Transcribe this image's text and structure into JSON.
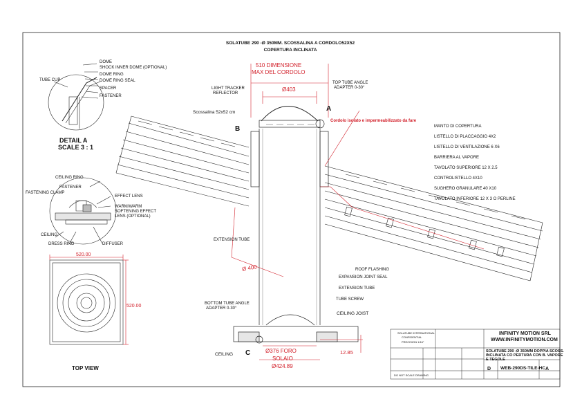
{
  "title": {
    "line1": "SOLATUBE 290 -Ø 350MM. SCOSSALINA A CORDOLO52X52",
    "line2": "COPERTURA INCLINATA"
  },
  "detail_a": {
    "title": "DETAIL A",
    "scale": "SCALE 3 : 1",
    "labels": {
      "dome": "DOME",
      "shock_inner_dome": "SHOCK INNER DOME (OPTIONAL)",
      "dome_ring": "DOME RING",
      "dome_ring_seal": "DOME RING SEAL",
      "spacer": "SPACER",
      "fastener": "FASTENER",
      "tube_cup": "TUBE CUP"
    }
  },
  "ceiling_detail": {
    "labels": {
      "ceiling_ring": "CEILING RING",
      "fastener": "FASTENER",
      "fastening_clamp": "FASTENING CLAMP",
      "effect_lens": "EFFECT LENS",
      "warm_lens_1": "WARM/WARM",
      "warm_lens_2": "SOFTENING EFFECT",
      "warm_lens_3": "LENS (OPTIONAL)",
      "ceiling": "CEILING",
      "dress_ring": "DRESS RING",
      "diffuser": "DIFFUSER"
    }
  },
  "top_view": {
    "title": "TOP VIEW",
    "width_dim": "520.00",
    "height_dim": "520.00"
  },
  "main": {
    "dim_510_line1": "510 DIMENSIONE",
    "dim_510_line2": "MAX DEL CORDOLO",
    "dim_403": "Ø403",
    "dim_400": "Ø 400",
    "light_tracker_1": "LIGHT TRACKER",
    "light_tracker_2": "REFLECTOR",
    "top_tube_angle_1": "TOP TUBE ANGLE",
    "top_tube_angle_2": "ADAPTER 0-30°",
    "scossalina": "Scossalina 52x52 cm",
    "cordolo_note": "Cordolo isolato e impermeabilizzato da fare",
    "marker_a": "A",
    "marker_b": "B",
    "marker_c": "C",
    "extension_tube": "EXTENSION TUBE",
    "roof_layers": [
      "MANTO DI COPERTURA",
      "LISTELLO DI PLACCAGGIO 4X2",
      "LISTELLO DI VENTILAZIONE 6 X6",
      "BARRIERA AL VAPORE",
      "TAVOLATO SUPERIORE 12 X 2.5",
      "CONTROLISTELLO 4X10",
      "SUGHERO GRANULARE 40 X10",
      "TAVOLATO INFERIORE 12 X 3 O PERLINE"
    ],
    "roof_flashing": "ROOF FLASHING",
    "expansion_joint_seal": "EXPANSION JOINT SEAL",
    "extension_tube_2": "EXTENSION TUBE",
    "tube_screw": "TUBE SCREW",
    "bottom_tube_angle_1": "BOTTOM TUBE ANGLE",
    "bottom_tube_angle_2": "ADAPTER 0-30°",
    "ceiling_joist": "CEILING JOIST",
    "ceiling": "CEILING",
    "dim_376_1": "Ø376 FORO",
    "dim_376_2": "SOLAIO",
    "dim_424": "Ø424.89",
    "dim_1285": "12.85"
  },
  "title_block": {
    "company": "INFINITY MOTION SRL",
    "website": "WWW.INFINITYMOTION.COM",
    "desc_1": "SOLATUBE 290 -Ø 350MM DOPPIA SCOSS.",
    "desc_2": "INCLINATA CO PERTURA CON B. VAPORE",
    "desc_3": "E TEGOLE",
    "drawing_no": "WEB-290DS-TILE-HC",
    "size": "D",
    "rev": "A",
    "small_1": "SOLATUBE INTERNATIONAL",
    "small_2": "CONFIDENTIAL",
    "scale_text": "PRECISION 1/16\"",
    "inner_note": "DO NOT SCALE DRAWING"
  }
}
